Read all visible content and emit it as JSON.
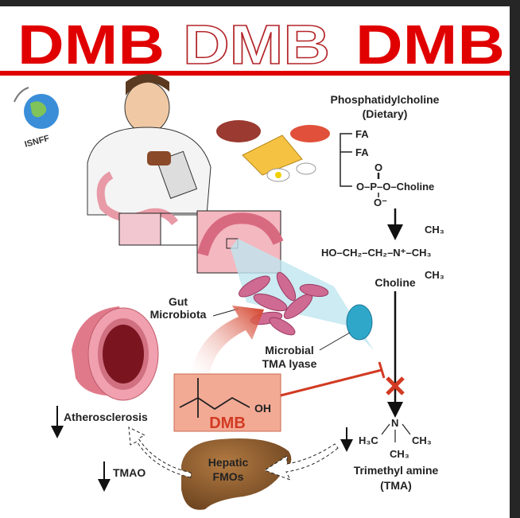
{
  "title": {
    "word_1": "DMB",
    "word_2": "DMB",
    "word_3": "DMB"
  },
  "logo": {
    "text": "ISNFF"
  },
  "colors": {
    "title_red": "#e00000",
    "inhibit_red": "#d23a22",
    "dmb_box": "#f3aa95",
    "liver": "#8a5a2b"
  },
  "pathway": {
    "phosphatidylcholine": "Phosphatidylcholine",
    "dietary": "(Dietary)",
    "fa_1": "FA",
    "fa_2": "FA",
    "phosphate_o_top": "O",
    "phosphate_row": "O–P–O–Choline",
    "phosphate_o_bottom": "O⁻",
    "choline_formula": "HO–CH₂–CH₂–N⁺–CH₃",
    "choline_ch3_top": "CH₃",
    "choline_ch3_bottom": "CH₃",
    "choline": "Choline",
    "tma_n": "N",
    "tma_h3c": "H₃C",
    "tma_ch3_right": "CH₃",
    "tma_ch3_bottom": "CH₃",
    "tma_name": "Trimethyl amine",
    "tma_abbr": "(TMA)"
  },
  "labels": {
    "gut": "Gut",
    "microbiota": "Microbiota",
    "microbial": "Microbial",
    "tma_lyase": "TMA lyase",
    "dmb_oh": "OH",
    "dmb": "DMB",
    "atherosclerosis": "Atherosclerosis",
    "tmao": "TMAO",
    "hepatic": "Hepatic",
    "fmos": "FMOs"
  }
}
